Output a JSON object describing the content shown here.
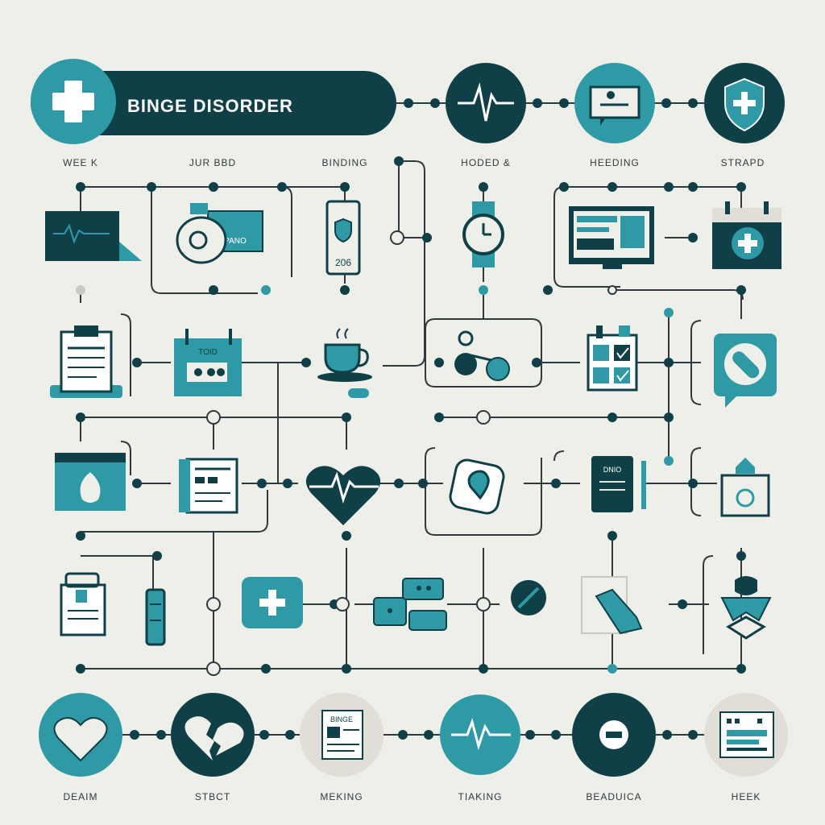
{
  "title": "BINGE DISORDER",
  "top_labels": [
    "WEE  K",
    "JUR BBD",
    "BINDING",
    "HODED &",
    "HEEDING",
    "STRAPD"
  ],
  "bottom_labels": [
    "DEAIM",
    "STBCT",
    "MEKING",
    "TIAKING",
    "BEADUICA",
    "HEEK"
  ],
  "icon_texts": {
    "card_plano": "PANO",
    "phone_number": "206",
    "note_1": "TOID",
    "doc_block": "BINGE",
    "tablet_label": "DNIO"
  },
  "colors": {
    "background": "#efefea",
    "dark": "#0f3f47",
    "teal": "#2e9aa5",
    "line": "#2f3a3f",
    "paper": "#e9e6dd"
  },
  "icons": [
    "plus-icon",
    "heartbeat-icon",
    "chat-card-icon",
    "shield-plus-icon",
    "monitor-waveform-icon",
    "bottle-coin-card-icon",
    "phone-shield-icon",
    "watch-icon",
    "computer-chart-icon",
    "calendar-plus-icon",
    "clipboard-icon",
    "calendar-card-icon",
    "coffee-cup-icon",
    "scale-icon",
    "checklist-icon",
    "bandage-chat-icon",
    "browser-drop-icon",
    "notebook-icon",
    "heart-pulse-icon",
    "location-card-icon",
    "tablet-pen-icon",
    "calendar-drop-icon",
    "medicine-bag-icon",
    "tube-icon",
    "plus-card-icon",
    "pills-icon",
    "no-sign-icon",
    "hand-paper-icon",
    "person-icon",
    "heart-circle-icon",
    "broken-heart-icon",
    "document-icon",
    "pulse-circle-icon",
    "target-circle-icon",
    "dotted-card-icon"
  ]
}
